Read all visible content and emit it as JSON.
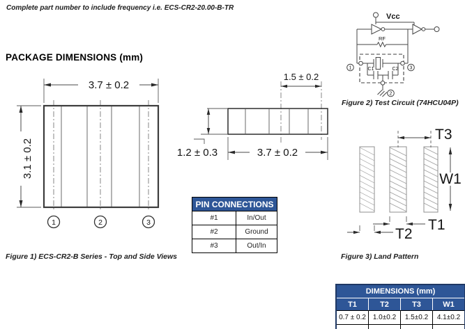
{
  "page": {
    "note": "Complete part number to include frequency i.e. ECS-CR2-20.00-B-TR",
    "section_title": "PACKAGE DIMENSIONS (mm)"
  },
  "figure1": {
    "caption": "Figure 1) ECS-CR2-B Series - Top and Side Views",
    "top_view": {
      "width_dim": "3.7 ± 0.2",
      "height_dim": "3.1 ± 0.2",
      "pins": [
        "1",
        "2",
        "3"
      ]
    },
    "side_view": {
      "pitch_dim": "1.5 ± 0.2",
      "thickness_dim": "1.2 ± 0.3",
      "width_dim": "3.7 ± 0.2"
    }
  },
  "figure2": {
    "caption": "Figure 2) Test Circuit (74HCU04P)",
    "labels": {
      "vcc": "Vcc",
      "rf": "RF",
      "c1": "C1",
      "c2": "C2",
      "pin1": "1",
      "pin2": "2",
      "pin3": "3"
    }
  },
  "figure3": {
    "caption": "Figure 3) Land Pattern",
    "labels": {
      "t1": "T1",
      "t2": "T2",
      "t3": "T3",
      "w1": "W1"
    }
  },
  "pin_table": {
    "header": "PIN CONNECTIONS",
    "rows": [
      {
        "pin": "#1",
        "conn": "In/Out"
      },
      {
        "pin": "#2",
        "conn": "Ground"
      },
      {
        "pin": "#3",
        "conn": "Out/In"
      }
    ]
  },
  "dim_table": {
    "header": "DIMENSIONS (mm)",
    "columns": [
      "T1",
      "T2",
      "T3",
      "W1"
    ],
    "values": [
      "0.7 ± 0.2",
      "1.0±0.2",
      "1.5±0.2",
      "4.1±0.2"
    ]
  },
  "colors": {
    "table_blue": "#2e5697",
    "table_border_navy": "#1f3864"
  }
}
